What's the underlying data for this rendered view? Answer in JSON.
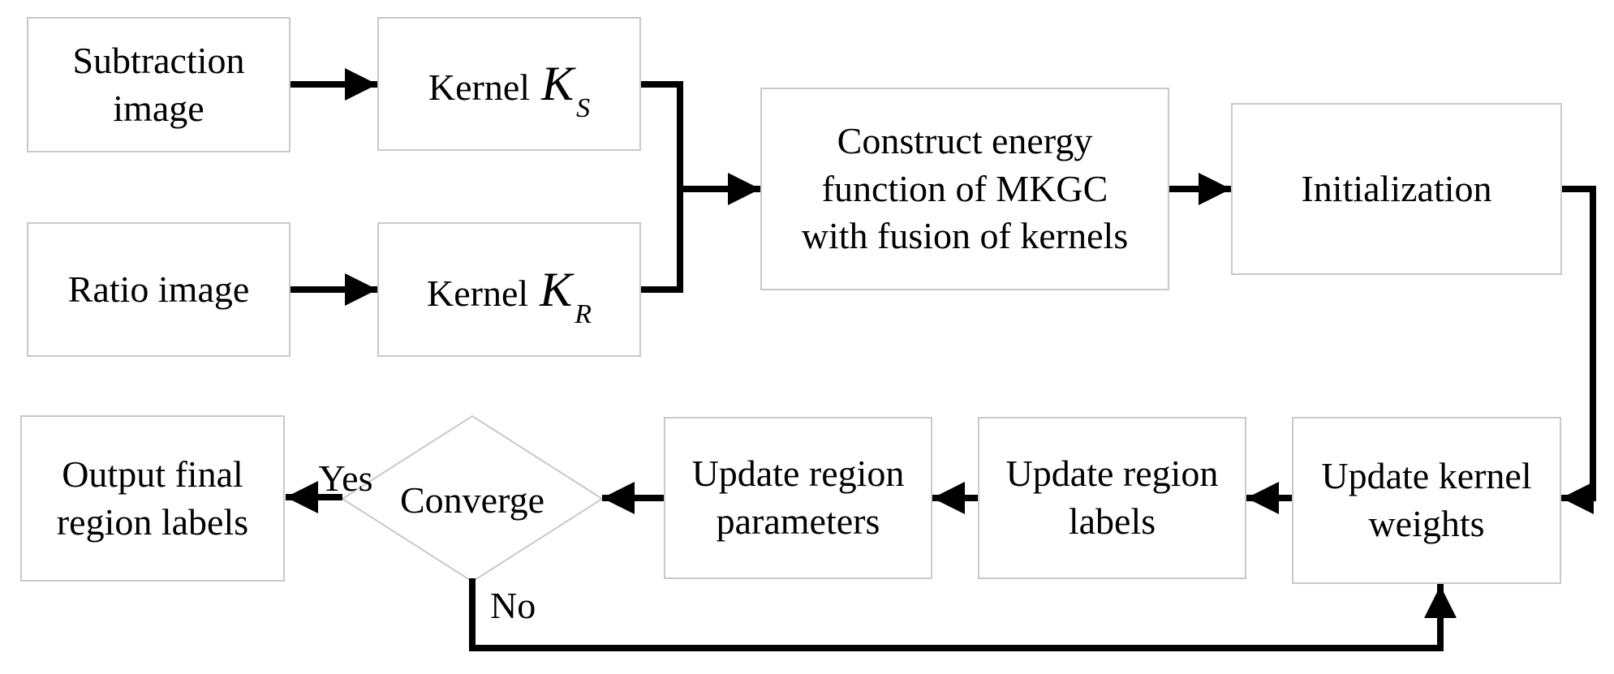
{
  "figure": {
    "background_color": "#ffffff",
    "box_border_color": "#c9c9c9",
    "arrow_color": "#000000",
    "text_color": "#000000"
  },
  "nodes": {
    "subtraction": {
      "label": "Subtraction\nimage"
    },
    "kernel_s": {
      "prefix": "Kernel",
      "symbol": "K",
      "subscript": "S"
    },
    "ratio": {
      "label": "Ratio image"
    },
    "kernel_r": {
      "prefix": "Kernel",
      "symbol": "K",
      "subscript": "R"
    },
    "construct": {
      "label": "Construct energy\nfunction of MKGC\nwith fusion of kernels"
    },
    "initialization": {
      "label": "Initialization"
    },
    "output": {
      "label": "Output final\nregion labels"
    },
    "converge": {
      "label": "Converge"
    },
    "update_parameters": {
      "label": "Update region\nparameters"
    },
    "update_labels": {
      "label": "Update region\nlabels"
    },
    "update_weights": {
      "label": "Update kernel\nweights"
    }
  },
  "edges": {
    "yes_label": "Yes",
    "no_label": "No"
  }
}
